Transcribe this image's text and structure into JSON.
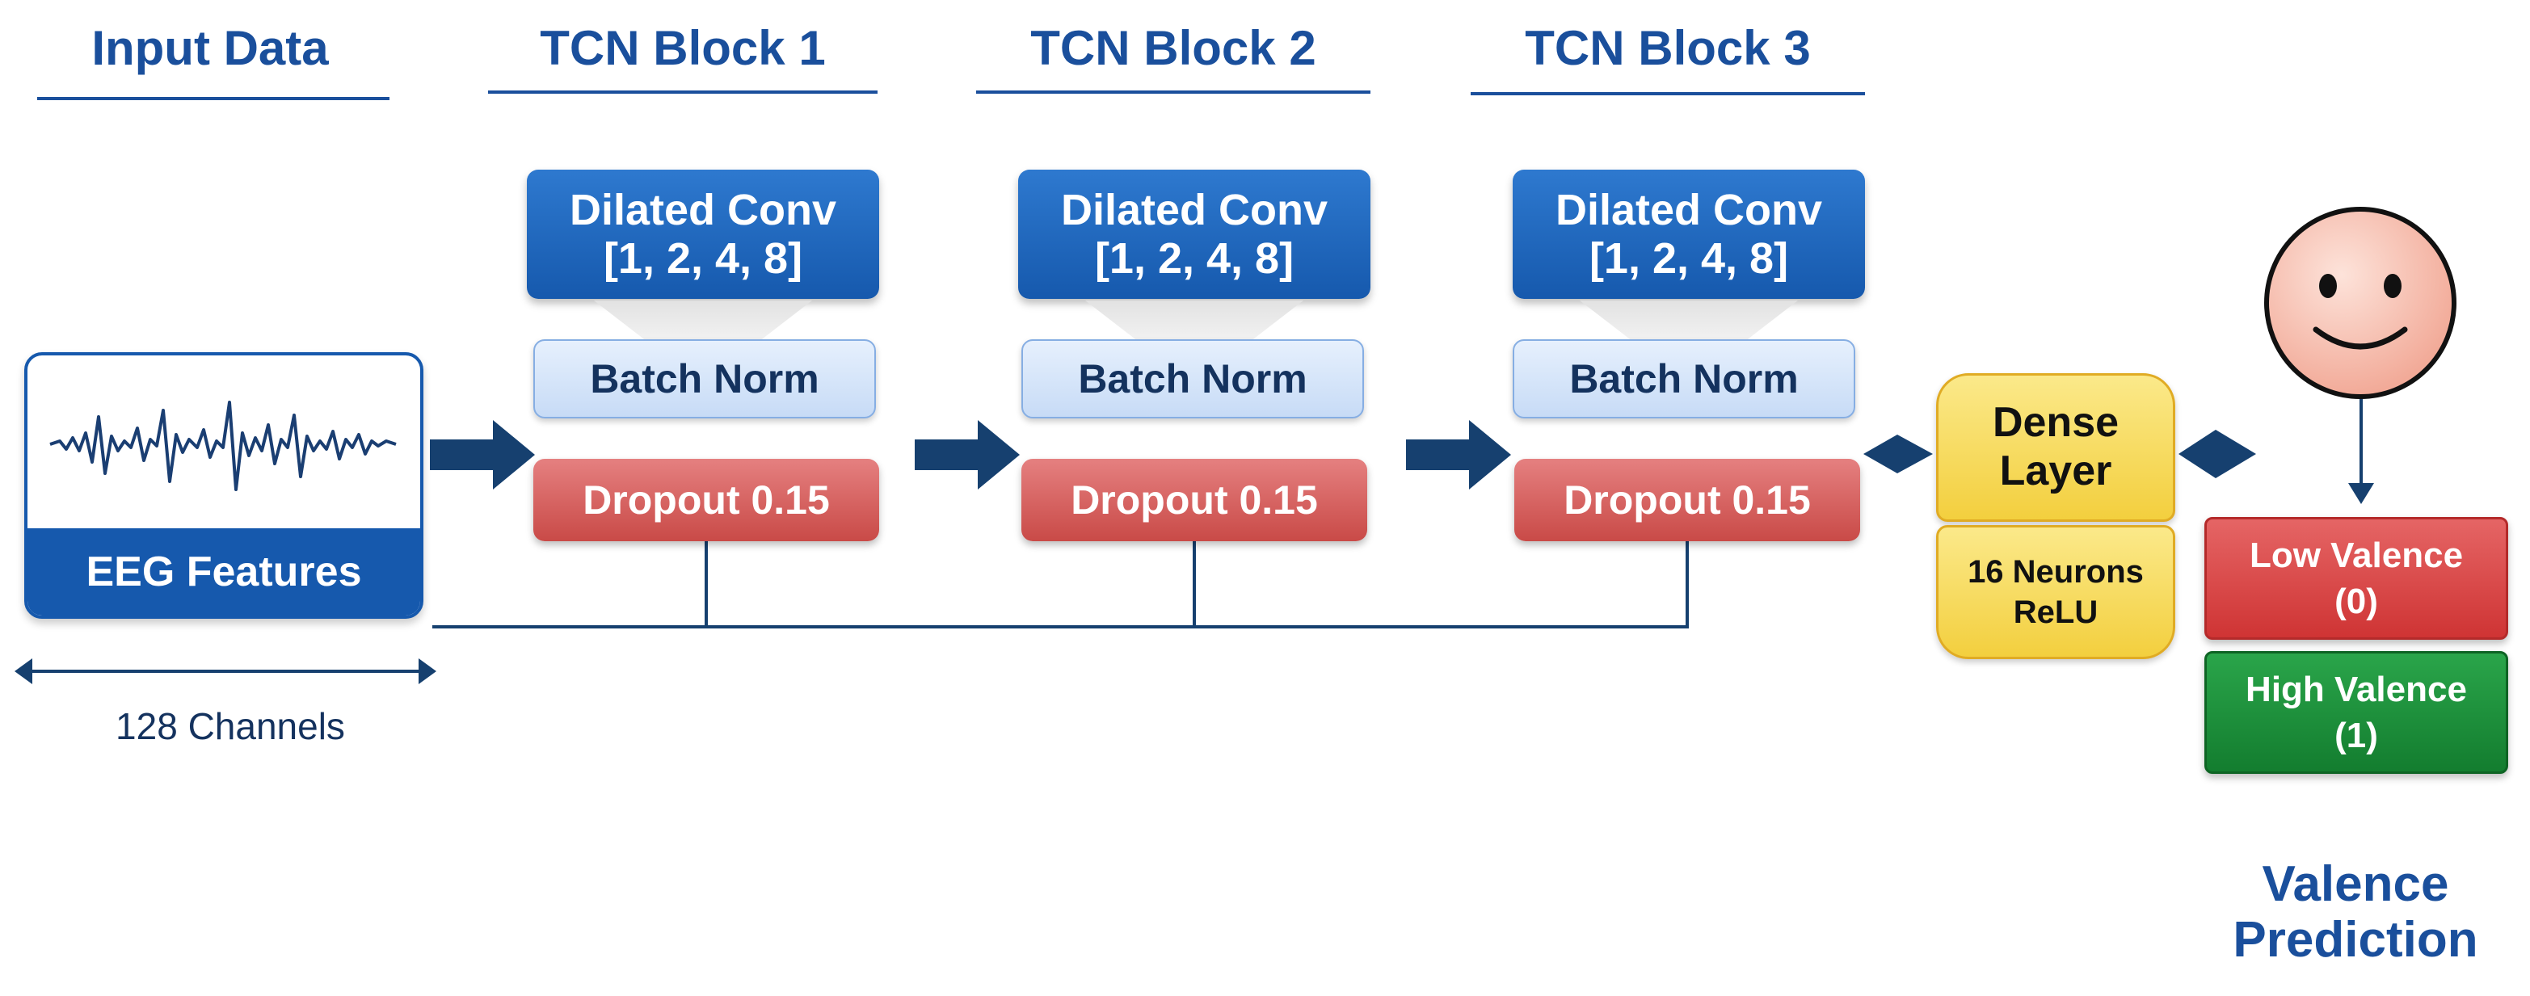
{
  "headers": {
    "input": "Input Data",
    "block1": "TCN Block 1",
    "block2": "TCN Block 2",
    "block3": "TCN Block 3"
  },
  "input": {
    "card_label": "EEG Features",
    "channels_label": "128 Channels"
  },
  "tcn_blocks": [
    {
      "conv_line1": "Dilated Conv",
      "conv_line2": "[1, 2, 4, 8]",
      "norm": "Batch Norm",
      "dropout": "Dropout 0.15"
    },
    {
      "conv_line1": "Dilated Conv",
      "conv_line2": "[1, 2, 4, 8]",
      "norm": "Batch Norm",
      "dropout": "Dropout 0.15"
    },
    {
      "conv_line1": "Dilated Conv",
      "conv_line2": "[1, 2, 4, 8]",
      "norm": "Batch Norm",
      "dropout": "Dropout 0.15"
    }
  ],
  "dense": {
    "title_line1": "Dense",
    "title_line2": "Layer",
    "detail_line1": "16 Neurons",
    "detail_line2": "ReLU"
  },
  "outputs": {
    "low_line1": "Low Valence",
    "low_line2": "(0)",
    "high_line1": "High Valence",
    "high_line2": "(1)"
  },
  "prediction": {
    "line1": "Valence",
    "line2": "Prediction"
  },
  "colors": {
    "primary_blue": "#1659ad",
    "header_blue": "#1a4f9c",
    "arrow_navy": "#16406f",
    "dropout_red": "#c94a47",
    "dense_yellow": "#f3cf3e",
    "low_red": "#cf3434",
    "high_green": "#137d2f",
    "face_pink": "#f6c2b4"
  },
  "icons": {
    "input_card": "eeg-waveform-icon",
    "prediction": "smiley-face-icon"
  }
}
